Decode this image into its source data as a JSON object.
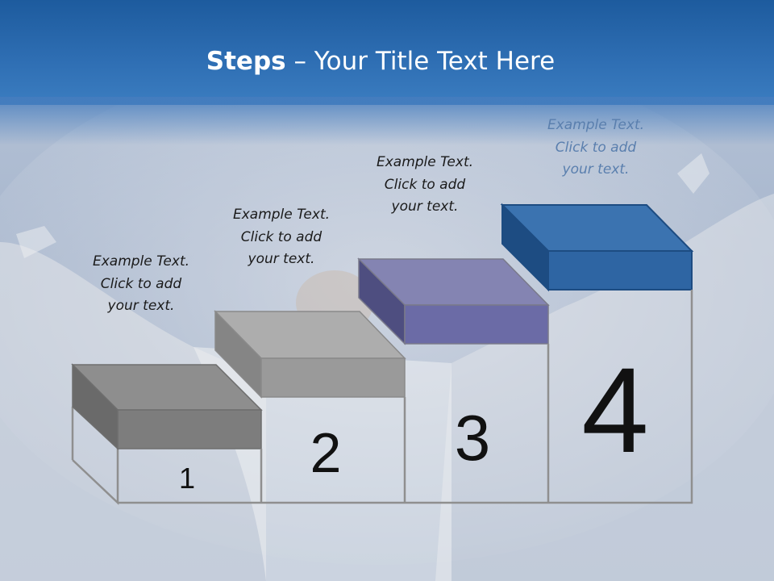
{
  "title": {
    "bold": "Steps",
    "rest": " – Your Title Text Here"
  },
  "steps": [
    {
      "number": "1",
      "caption": [
        "Example Text.",
        "Click  to add",
        "your text."
      ]
    },
    {
      "number": "2",
      "caption": [
        "Example Text.",
        "Click  to add",
        "your text."
      ]
    },
    {
      "number": "3",
      "caption": [
        "Example Text.",
        "Click  to add",
        "your text."
      ]
    },
    {
      "number": "4",
      "caption": [
        "Example Text.",
        "Click  to add",
        "your text."
      ]
    }
  ],
  "colors": {
    "header": "#2a67ab",
    "step1_box": "#7d7d7d",
    "step2_box": "#9a9a9a",
    "step3_box": "#6b6ba6",
    "step4_box": "#2e65a3",
    "outline": "#8f8f8f"
  }
}
